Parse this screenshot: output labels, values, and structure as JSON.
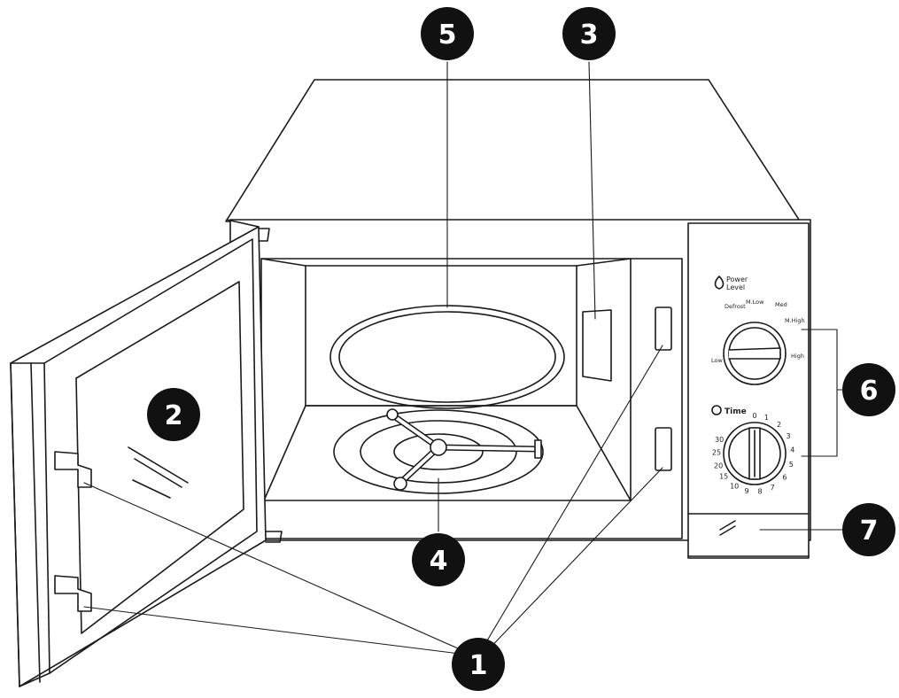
{
  "callouts": [
    {
      "id": "1",
      "label": "1"
    },
    {
      "id": "2",
      "label": "2"
    },
    {
      "id": "3",
      "label": "3"
    },
    {
      "id": "4",
      "label": "4"
    },
    {
      "id": "5",
      "label": "5"
    },
    {
      "id": "6",
      "label": "6"
    },
    {
      "id": "7",
      "label": "7"
    }
  ],
  "control_panel": {
    "power_title_line1": "Power",
    "power_title_line2": "Level",
    "power_settings": {
      "low": "Low",
      "defrost": "Defrost",
      "m_low": "M.Low",
      "med": "Med",
      "m_high": "M.High",
      "high": "High"
    },
    "time_title": "Time",
    "time_marks": [
      "0",
      "1",
      "2",
      "3",
      "4",
      "5",
      "6",
      "7",
      "8",
      "9",
      "10",
      "15",
      "20",
      "25",
      "30"
    ]
  },
  "colors": {
    "line": "#1a1a1a",
    "badge": "#111111",
    "fill": "#ffffff"
  }
}
